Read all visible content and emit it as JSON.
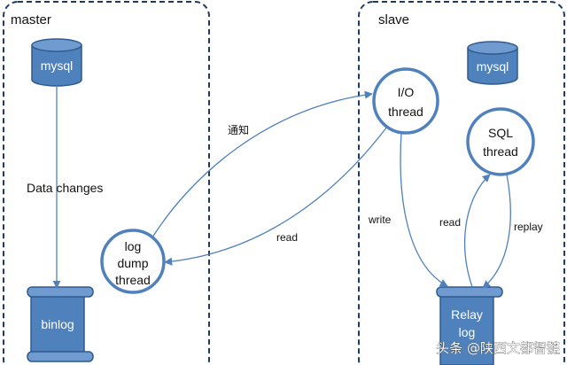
{
  "colors": {
    "accent": "#4f81bd",
    "accent_dark": "#2f5b8c",
    "container_border": "#1f3b63",
    "text": "#111111"
  },
  "containers": {
    "master": {
      "label": "master"
    },
    "slave": {
      "label": "slave"
    }
  },
  "nodes": {
    "master_mysql": {
      "label": "mysql",
      "shape": "cylinder"
    },
    "binlog": {
      "label": "binlog",
      "shape": "scroll"
    },
    "log_dump_thread": {
      "lines": [
        "log",
        "dump",
        "thread"
      ],
      "shape": "circle"
    },
    "slave_mysql": {
      "label": "mysql",
      "shape": "cylinder"
    },
    "io_thread": {
      "lines": [
        "I/O",
        "thread"
      ],
      "shape": "circle"
    },
    "sql_thread": {
      "lines": [
        "SQL",
        "thread"
      ],
      "shape": "circle"
    },
    "relay_log": {
      "lines": [
        "Relay",
        "log"
      ],
      "shape": "scroll"
    }
  },
  "edges": {
    "data_changes": "Data changes",
    "notify": "通知",
    "read_binlog": "read",
    "write": "write",
    "read_relay": "read",
    "replay": "replay"
  },
  "watermark": "头条 @陕西文都智链"
}
